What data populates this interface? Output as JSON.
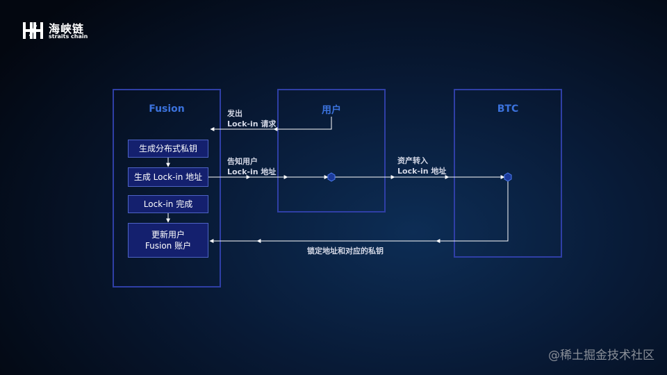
{
  "logo": {
    "name_cn": "海峡链",
    "name_en": "straits chain"
  },
  "columns": {
    "fusion": "Fusion",
    "user": "用户",
    "btc": "BTC"
  },
  "steps": {
    "generate_key": "生成分布式私钥",
    "generate_address": "生成 Lock-in 地址",
    "lockin_done": "Lock-in 完成",
    "update_line1": "更新用户",
    "update_line2": "Fusion 账户"
  },
  "labels": {
    "request_line1": "发出",
    "request_line2": "Lock-in 请求",
    "notify_line1": "告知用户",
    "notify_line2": "Lock-in 地址",
    "transfer_line1": "资产转入",
    "transfer_line2": "Lock-in 地址",
    "return": "锁定地址和对应的私钥"
  },
  "colors": {
    "box_border": "#2f3fa6",
    "title": "#3b72dc",
    "step_fill": "#14206e",
    "arrow": "#ffffff"
  },
  "watermark": "@稀土掘金技术社区"
}
